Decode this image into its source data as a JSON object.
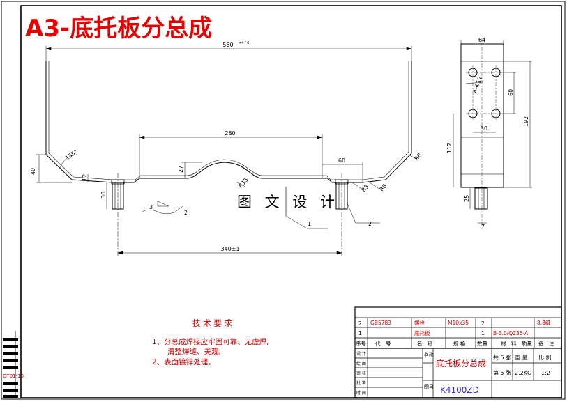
{
  "title": "A3-底托板分总成",
  "watermark": "图 文 设 计",
  "dimensions": {
    "overall_width": "550",
    "overall_tol": "+4 / 0",
    "inner_width": "280",
    "bolt_spacing": "340±1",
    "height_40": "40",
    "height_12": "12",
    "angle_135": "135°",
    "depth_27": "27",
    "r15": "R15",
    "w60": "60",
    "r3": "R3",
    "r8": "R8",
    "bolt_len": "30",
    "side_width": "64",
    "holes_label": "4-Φ12",
    "hole_spacing_v": "60",
    "hole_spacing_h": "30",
    "side_height": "192",
    "side_112": "112",
    "side_25": "25",
    "side_7": "7"
  },
  "callouts": {
    "c1": "1",
    "c2": "2",
    "c3": "3"
  },
  "tech": {
    "heading": "技 术 要 求",
    "line1": "1、分总成焊接应牢固可靠、无虚焊,",
    "line2": "清整焊缝、美观;",
    "line3": "2、表面镀锌处理。"
  },
  "bom": [
    {
      "no": "2",
      "code": "GB5783",
      "name": "螺栓",
      "spec": "M10x35",
      "qty": "2",
      "material": "",
      "grade": "8.8级"
    },
    {
      "no": "1",
      "code": "",
      "name": "底托板",
      "spec": "",
      "qty": "1",
      "material": "B-3.0/Q235-A",
      "grade": ""
    }
  ],
  "bom_header": {
    "no": "序号",
    "code": "代　号",
    "name": "名　称",
    "spec": "规 格",
    "qty": "数量",
    "material": "材　料",
    "mass": "质量",
    "remark": "备　注"
  },
  "titleblock": {
    "roles": [
      "设 计",
      "绘 图",
      "审 核",
      "批 准",
      "时 间"
    ],
    "name_label": "名称",
    "code_label": "图号",
    "drawing_name": "底托板分总成",
    "drawing_code": "K4100ZD",
    "total_sheets": "共 5 张",
    "sheet_no": "第 5 张",
    "weight_label": "重 量",
    "weight": "2.2KG",
    "scale_label": "比 例",
    "scale": "1:2"
  },
  "left_tag": "DT01-10"
}
